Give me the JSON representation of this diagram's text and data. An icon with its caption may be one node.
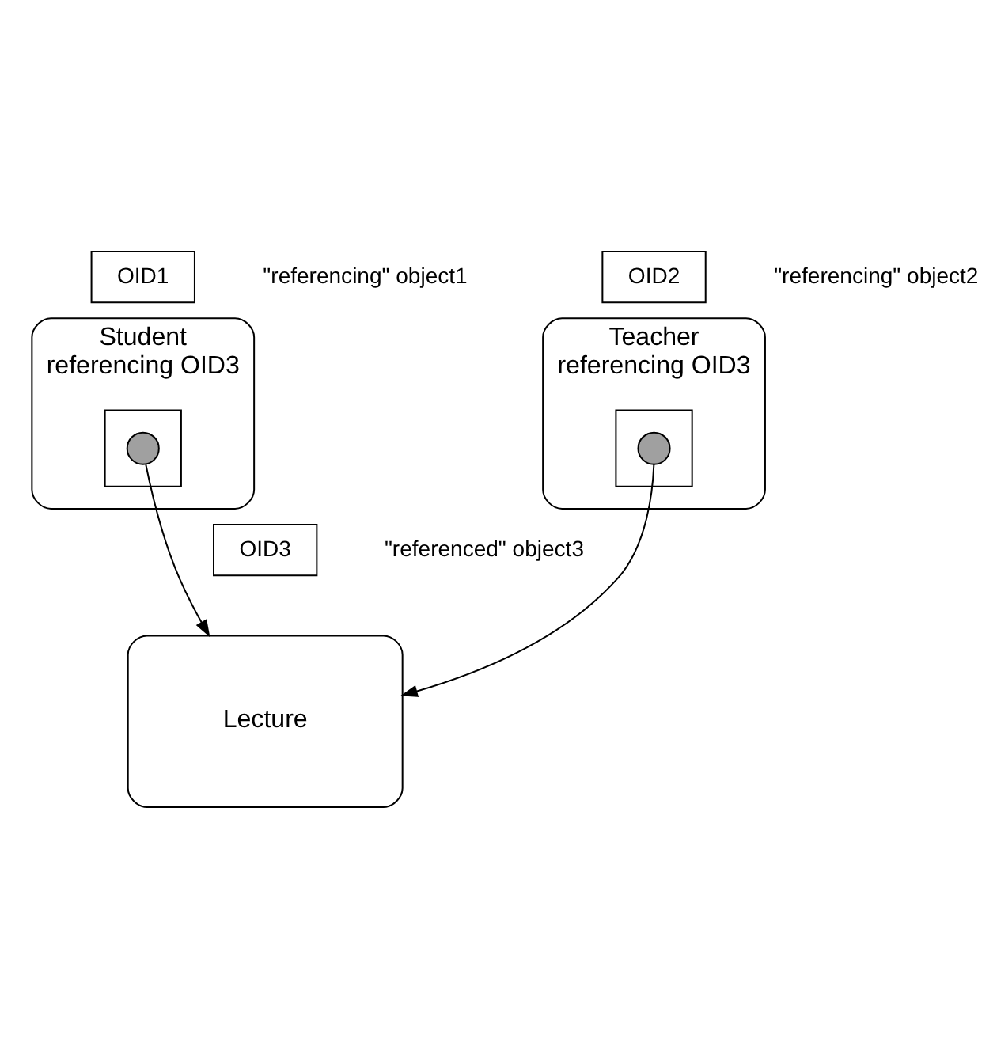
{
  "diagram": {
    "nodes": [
      {
        "text": [
          "OID1"
        ],
        "beside": [
          "\"referencing\" object1"
        ]
      },
      {
        "text": [
          "Student",
          "referencing OID3"
        ]
      },
      {
        "text": [],
        "shape": "box",
        "in": 1
      },
      {
        "text": [],
        "shape": "circle",
        "in": 2
      },
      {
        "text": [
          "OID2"
        ],
        "beside": [
          "\"referencing\" object2"
        ]
      },
      {
        "text": [
          "Teacher",
          "referencing OID3"
        ]
      },
      {
        "text": [],
        "shape": "box",
        "in": 5
      },
      {
        "text": [],
        "shape": "circle",
        "in": 6
      },
      {
        "text": [
          "OID3"
        ],
        "beside": [
          "\"referenced\" object3"
        ]
      },
      {
        "text": [
          "Lecture"
        ]
      }
    ],
    "edges": [
      {
        "from": 3,
        "to": 9,
        "arrow": "to"
      },
      {
        "from": 7,
        "to": 9,
        "arrow": "to"
      }
    ]
  }
}
